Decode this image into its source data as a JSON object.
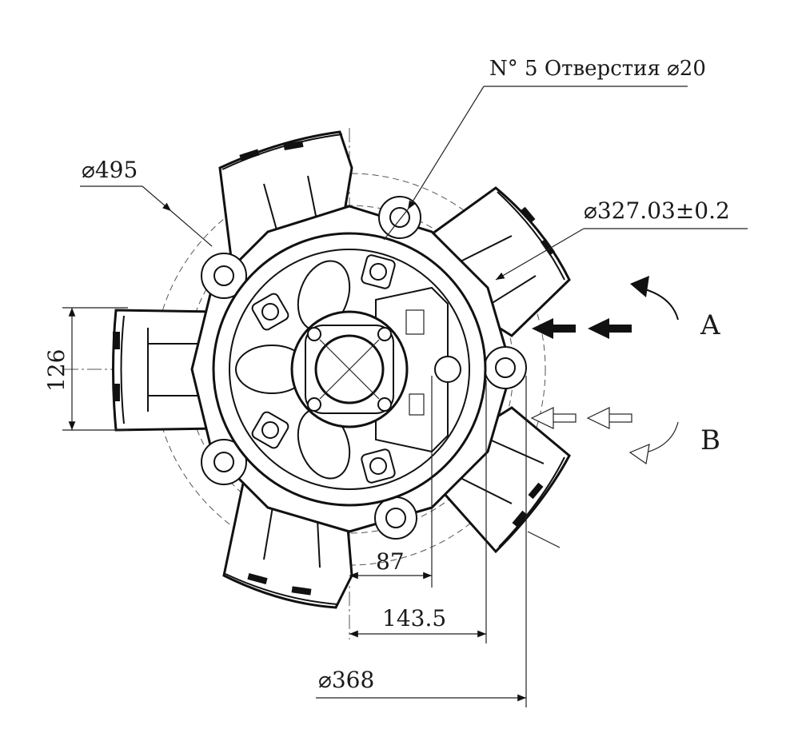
{
  "dimensions": {
    "holes": "N° 5 Отверстия ⌀20",
    "outer_diameter": "⌀495",
    "bolt_circle": "⌀327.03±0.2",
    "height_126": "126",
    "dim_87": "87",
    "dim_143_5": "143.5",
    "dim_368": "⌀368"
  },
  "rotation_labels": {
    "a": "A",
    "b": "B"
  }
}
